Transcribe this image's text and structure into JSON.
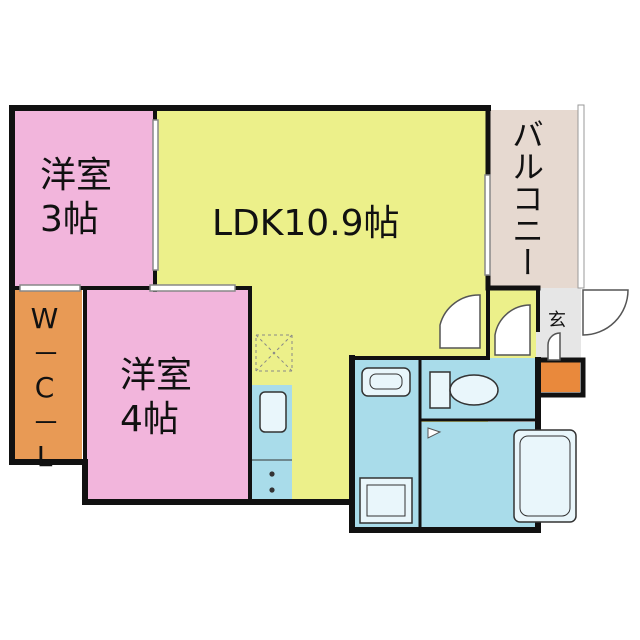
{
  "rooms": {
    "western_a": {
      "name": "洋室",
      "size": "3帖",
      "color": "#f2b5dc"
    },
    "western_b": {
      "name": "洋室",
      "size": "4帖",
      "color": "#f2b5dc"
    },
    "wic": {
      "label": "W－C－L",
      "color": "#e89a55"
    },
    "ldk": {
      "label": "LDK10.9帖",
      "color": "#ecf08a"
    },
    "balcony": {
      "label": "バルコニー",
      "color": "#e6d9d0"
    },
    "entrance": {
      "label": "玄",
      "color": "#e6e6e6"
    }
  },
  "colors": {
    "wet_area": "#a9dcea",
    "wall": "#111111",
    "storage_accent": "#e9893c"
  }
}
